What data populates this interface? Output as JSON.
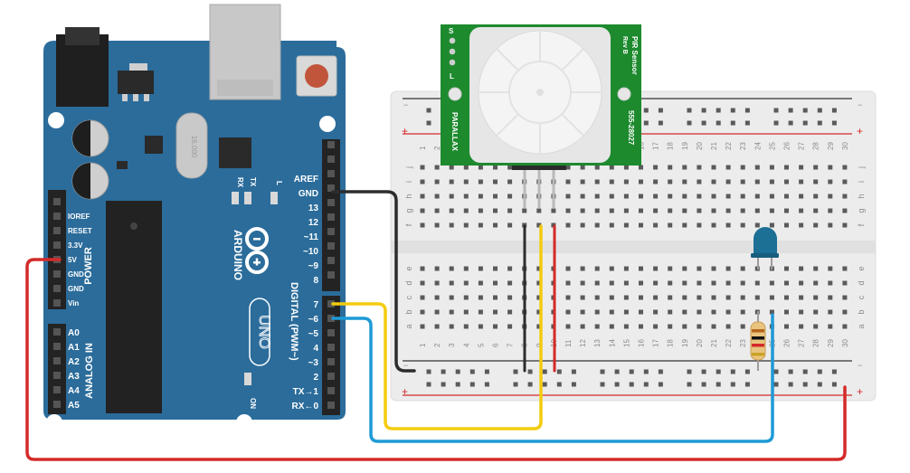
{
  "colors": {
    "arduino_blue": "#2b6c9b",
    "breadboard": "#ececec",
    "pir_green": "#1d8a2e",
    "wire_red": "#d42a2a",
    "wire_black": "#2d2d2d",
    "wire_yellow": "#f3cc0f",
    "wire_blue": "#1e9ad6",
    "led": "#1c6f95"
  },
  "arduino": {
    "brand": "ARDUINO",
    "model": "UNO",
    "on_label": "ON",
    "tx_label": "TX",
    "rx_label": "RX",
    "l_label": "L",
    "crystal_label": "16.000",
    "digital_header": "DIGITAL (PWM~)",
    "power_header": "POWER",
    "analog_header": "ANALOG IN",
    "digital_pins": [
      "AREF",
      "GND",
      "13",
      "12",
      "~11",
      "~10",
      "~9",
      "8",
      "7",
      "~6",
      "~5",
      "4",
      "~3",
      "2",
      "TX→1",
      "RX←0"
    ],
    "power_pins": [
      "IOREF",
      "RESET",
      "3.3V",
      "5V",
      "GND",
      "GND",
      "Vin"
    ],
    "analog_pins": [
      "A0",
      "A1",
      "A2",
      "A3",
      "A4",
      "A5"
    ]
  },
  "breadboard": {
    "rail_minus": "−",
    "rail_plus": "+",
    "top_rows": [
      "j",
      "i",
      "h",
      "g",
      "f"
    ],
    "bottom_rows": [
      "e",
      "d",
      "c",
      "b",
      "a"
    ],
    "columns": [
      "1",
      "2",
      "3",
      "4",
      "5",
      "6",
      "7",
      "8",
      "9",
      "10",
      "11",
      "12",
      "13",
      "14",
      "15",
      "16",
      "17",
      "18",
      "19",
      "20",
      "21",
      "22",
      "23",
      "24",
      "25",
      "26",
      "27",
      "28",
      "29",
      "30"
    ]
  },
  "pir": {
    "title": "PIR Sensor",
    "rev": "Rev B",
    "brand": "PARALLAX",
    "part": "555-28027",
    "pin_s": "S",
    "pin_l": "L"
  },
  "components": {
    "led_color": "blue",
    "resistor_bands": [
      "#b5651d",
      "#111111",
      "#d42a2a",
      "#c9a227"
    ]
  }
}
